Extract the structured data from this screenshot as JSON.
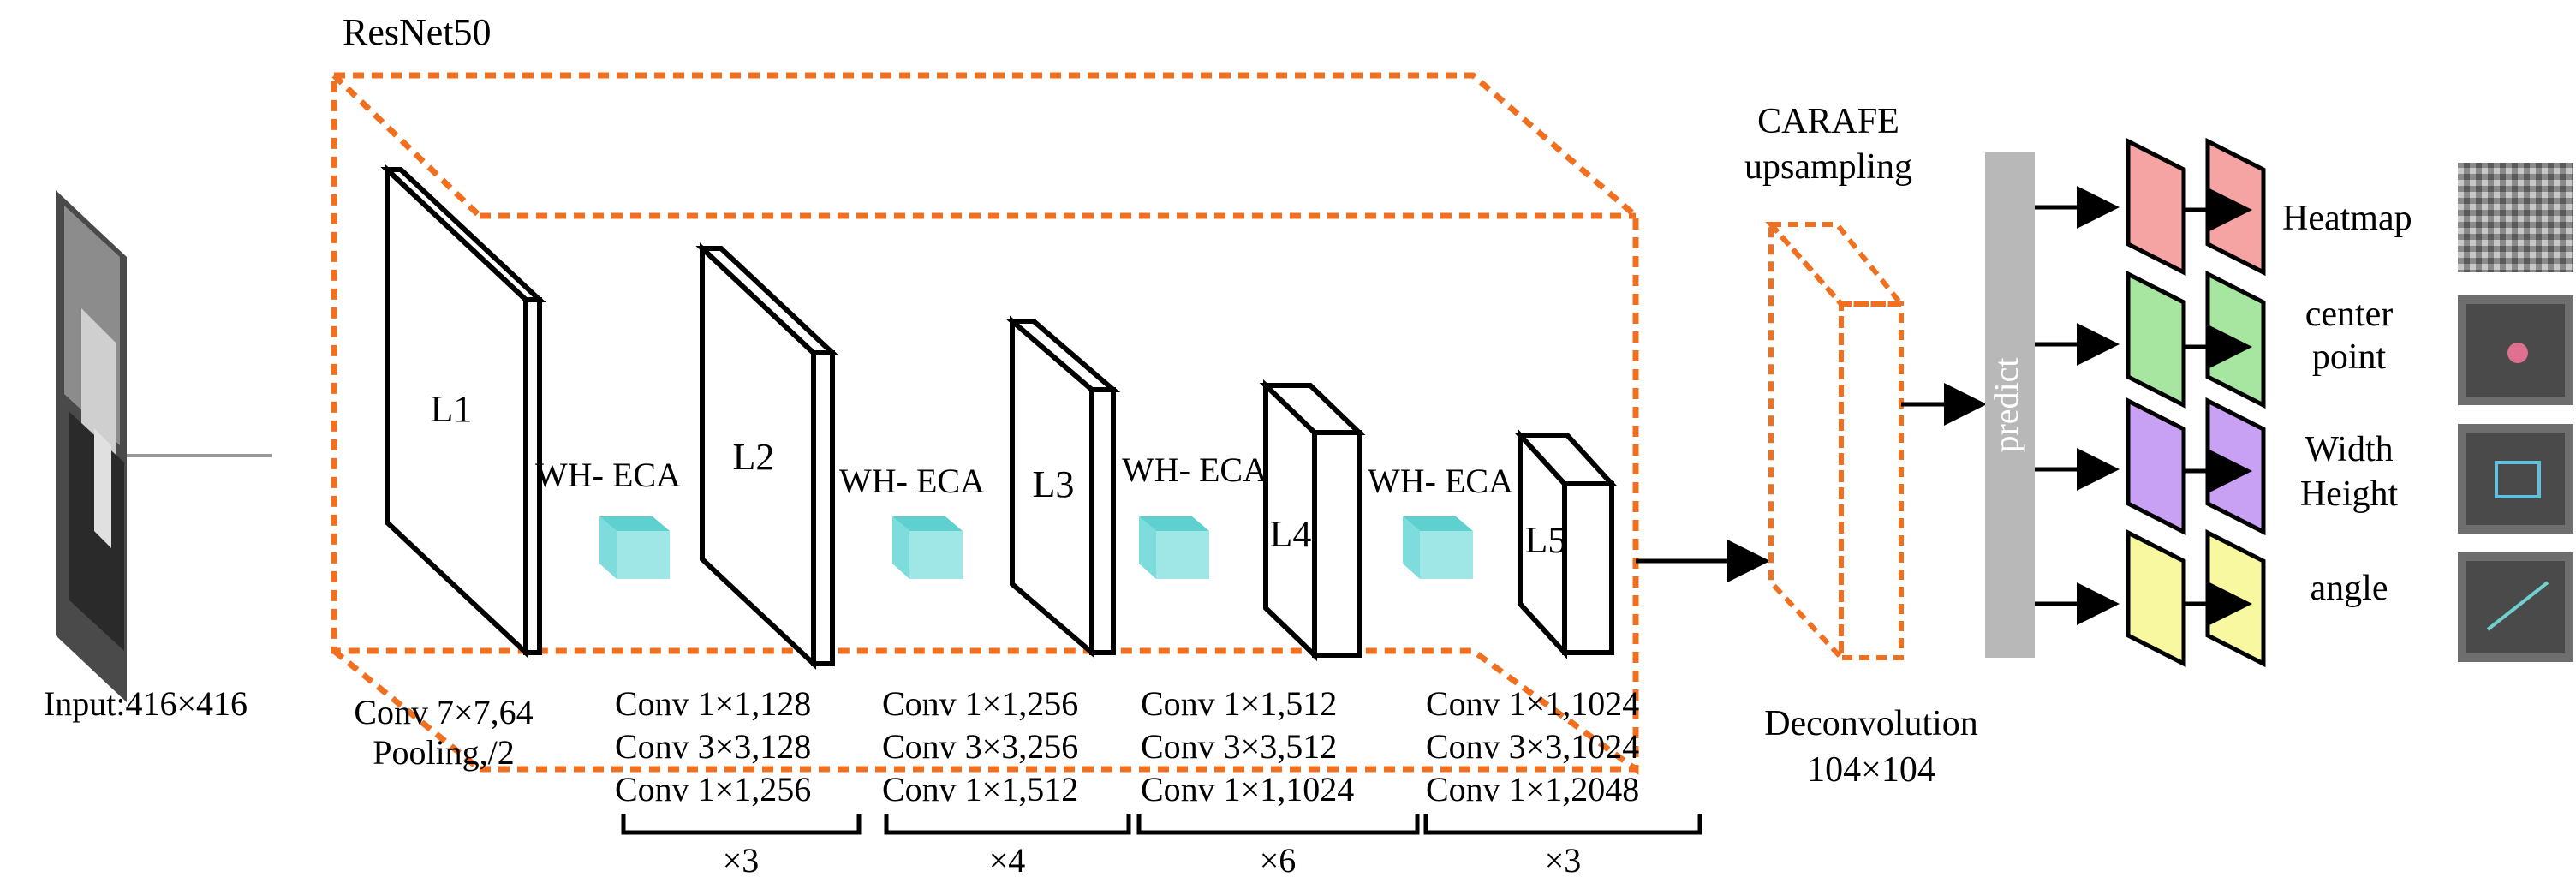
{
  "title": "ResNet50",
  "input_label": "Input:416×416",
  "layers": [
    "L1",
    "L2",
    "L3",
    "L4",
    "L5"
  ],
  "attention_label": "WH- ECA",
  "stem": {
    "line1": "Conv 7×7,64",
    "line2": "Pooling,/2"
  },
  "blocks": [
    {
      "lines": [
        "Conv 1×1,128",
        "Conv 3×3,128",
        "Conv 1×1,256"
      ],
      "repeat": "×3"
    },
    {
      "lines": [
        "Conv 1×1,256",
        "Conv 3×3,256",
        "Conv 1×1,512"
      ],
      "repeat": "×4"
    },
    {
      "lines": [
        "Conv 1×1,512",
        "Conv 3×3,512",
        "Conv 1×1,1024"
      ],
      "repeat": "×6"
    },
    {
      "lines": [
        "Conv 1×1,1024",
        "Conv 3×3,1024",
        "Conv 1×1,2048"
      ],
      "repeat": "×3"
    }
  ],
  "upsampling": {
    "line1": "CARAFE",
    "line2": "upsampling"
  },
  "deconv": {
    "line1": "Deconvolution",
    "line2": "104×104"
  },
  "predict_label": "predict",
  "heads": [
    {
      "lines": [
        "Heatmap"
      ],
      "color": "#f6a3a3"
    },
    {
      "lines": [
        "center",
        "point"
      ],
      "color": "#a6e6a1"
    },
    {
      "lines": [
        "Width",
        "Height"
      ],
      "color": "#c8a0f4"
    },
    {
      "lines": [
        "angle"
      ],
      "color": "#f8f8a0"
    }
  ],
  "colors": {
    "dashed": "#f07020",
    "eca_cube": "#5fd0d0",
    "predict_bar": "#b8b8b8"
  }
}
